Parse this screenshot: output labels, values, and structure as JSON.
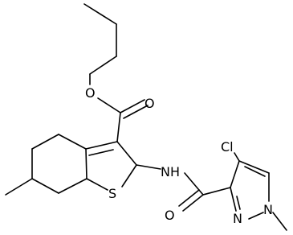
{
  "structure": {
    "atom_labels": {
      "ester_oxygen": "O",
      "carbonyl_oxygen_ester": "O",
      "thiophene_sulfur": "S",
      "amide_nh": "NH",
      "chlorine": "Cl",
      "pyrazole_n1": "N",
      "pyrazole_n2": "N",
      "amide_oxygen": "O"
    }
  }
}
